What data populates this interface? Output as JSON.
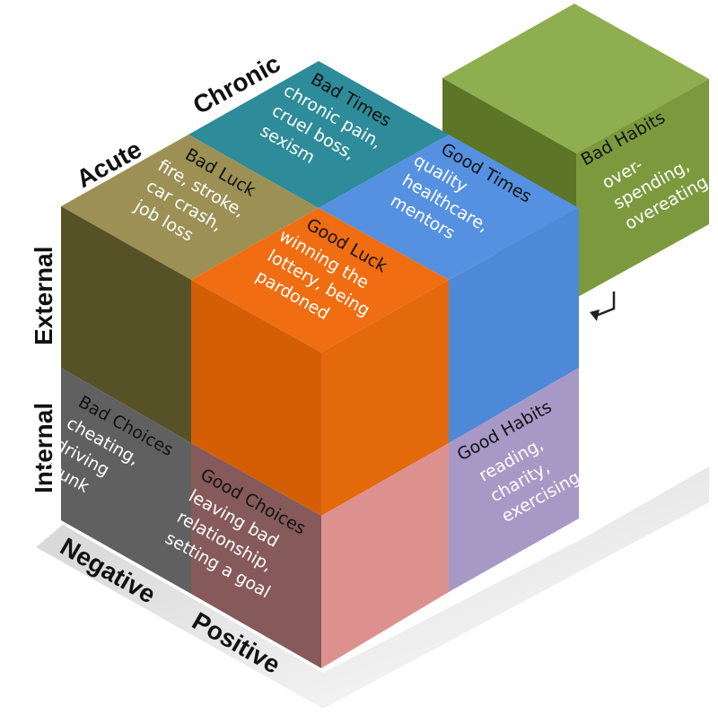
{
  "axes": {
    "chronic": "Chronic",
    "acute": "Acute",
    "external": "External",
    "internal": "Internal",
    "negative": "Negative",
    "positive": "Positive"
  },
  "cells": {
    "bad_times": {
      "title": "Bad Times",
      "lines": [
        "chronic pain,",
        "cruel boss,",
        "sexism"
      ]
    },
    "bad_luck": {
      "title": "Bad Luck",
      "lines": [
        "fire, stroke,",
        "car crash,",
        "job loss"
      ]
    },
    "good_times": {
      "title": "Good Times",
      "lines": [
        "quality",
        "healthcare,",
        "mentors"
      ]
    },
    "good_luck": {
      "title": "Good Luck",
      "lines": [
        "winning the",
        "lottery, being",
        "pardoned"
      ]
    },
    "bad_habits": {
      "title": "Bad Habits",
      "lines": [
        "over-",
        "spending,",
        "overeating"
      ]
    },
    "bad_choices": {
      "title": "Bad Choices",
      "lines": [
        "cheating,",
        "driving",
        "drunk"
      ]
    },
    "good_choices": {
      "title": "Good Choices",
      "lines": [
        "leaving bad",
        "relationship,",
        "setting a goal"
      ]
    },
    "good_habits": {
      "title": "Good Habits",
      "lines": [
        "reading,",
        "charity,",
        "exercising"
      ]
    }
  },
  "arrow_icon": "curved-return-arrow",
  "colors": {
    "bad_times": "#2e8b99",
    "bad_luck": "#9c9054",
    "good_times": "#5591e0",
    "good_luck": "#f06d12",
    "bad_habits": "#7c9a3d",
    "bad_choices": "#606060",
    "good_choices": "#86595a",
    "good_habits": "#a898c6",
    "pink": "#dc918e"
  }
}
